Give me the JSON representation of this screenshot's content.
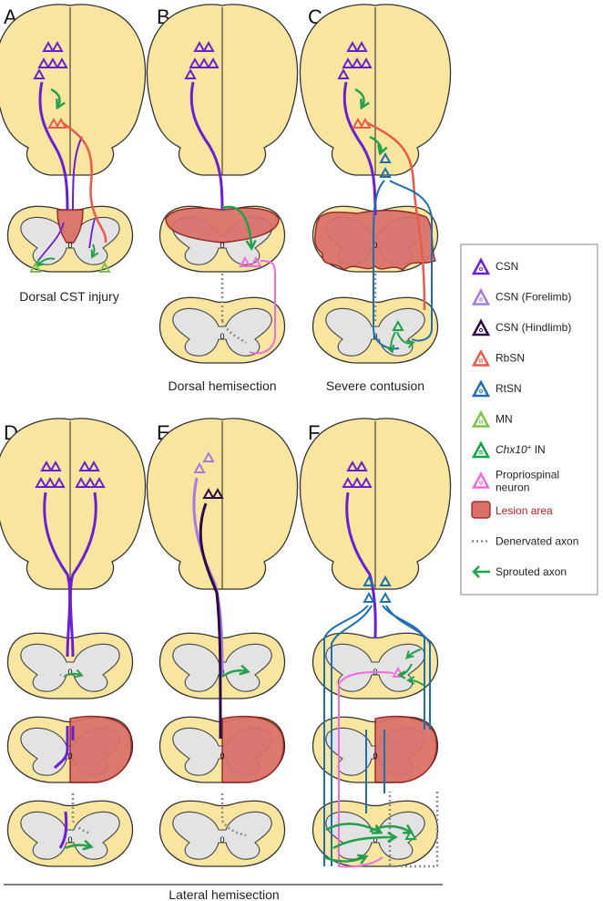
{
  "panels": [
    {
      "label": "A",
      "caption": "Dorsal CST injury"
    },
    {
      "label": "B",
      "caption": "Dorsal hemisection"
    },
    {
      "label": "C",
      "caption": "Severe contusion"
    },
    {
      "label": "D",
      "caption": ""
    },
    {
      "label": "E",
      "caption": ""
    },
    {
      "label": "F",
      "caption": ""
    }
  ],
  "bottom_caption": "Lateral hemisection",
  "canal_mark": "0",
  "legend": {
    "items": [
      {
        "label": "CSN",
        "symbol": "triangle",
        "color": "#6a1fd0"
      },
      {
        "label": "CSN (Forelimb)",
        "symbol": "triangle",
        "color": "#a57be0"
      },
      {
        "label": "CSN (Hindlimb)",
        "symbol": "triangle",
        "color": "#2b0a45"
      },
      {
        "label": "RbSN",
        "symbol": "triangle",
        "color": "#e85a4a"
      },
      {
        "label": "RtSN",
        "symbol": "triangle",
        "color": "#1d6fb0"
      },
      {
        "label": "MN",
        "symbol": "triangle",
        "color": "#7cc04a"
      },
      {
        "label": "IN",
        "label_prefix_italic": "Chx10",
        "label_sup": "+",
        "symbol": "triangle",
        "color": "#17a34a"
      },
      {
        "label": "Propriospinal",
        "label_line2": "neuron",
        "symbol": "triangle",
        "color": "#f06ce0"
      },
      {
        "label": "Lesion area",
        "symbol": "lesion-box",
        "color": "#d9706a"
      },
      {
        "label": "Denervated axon",
        "symbol": "dotted-line",
        "color": "#8a8a8a"
      },
      {
        "label": "Sprouted axon",
        "symbol": "arrow",
        "color": "#22a04a"
      }
    ]
  },
  "colors": {
    "csn": "#6a1fd0",
    "csn_forelimb": "#a57be0",
    "csn_hindlimb": "#2b0a45",
    "rbsn": "#e85a4a",
    "rtsn": "#1d6fb0",
    "mn": "#7cc04a",
    "chx10": "#17a34a",
    "propriospinal": "#f06ce0",
    "lesion": "#d9706a",
    "denervated": "#8a8a8a",
    "sprout": "#22a04a"
  }
}
